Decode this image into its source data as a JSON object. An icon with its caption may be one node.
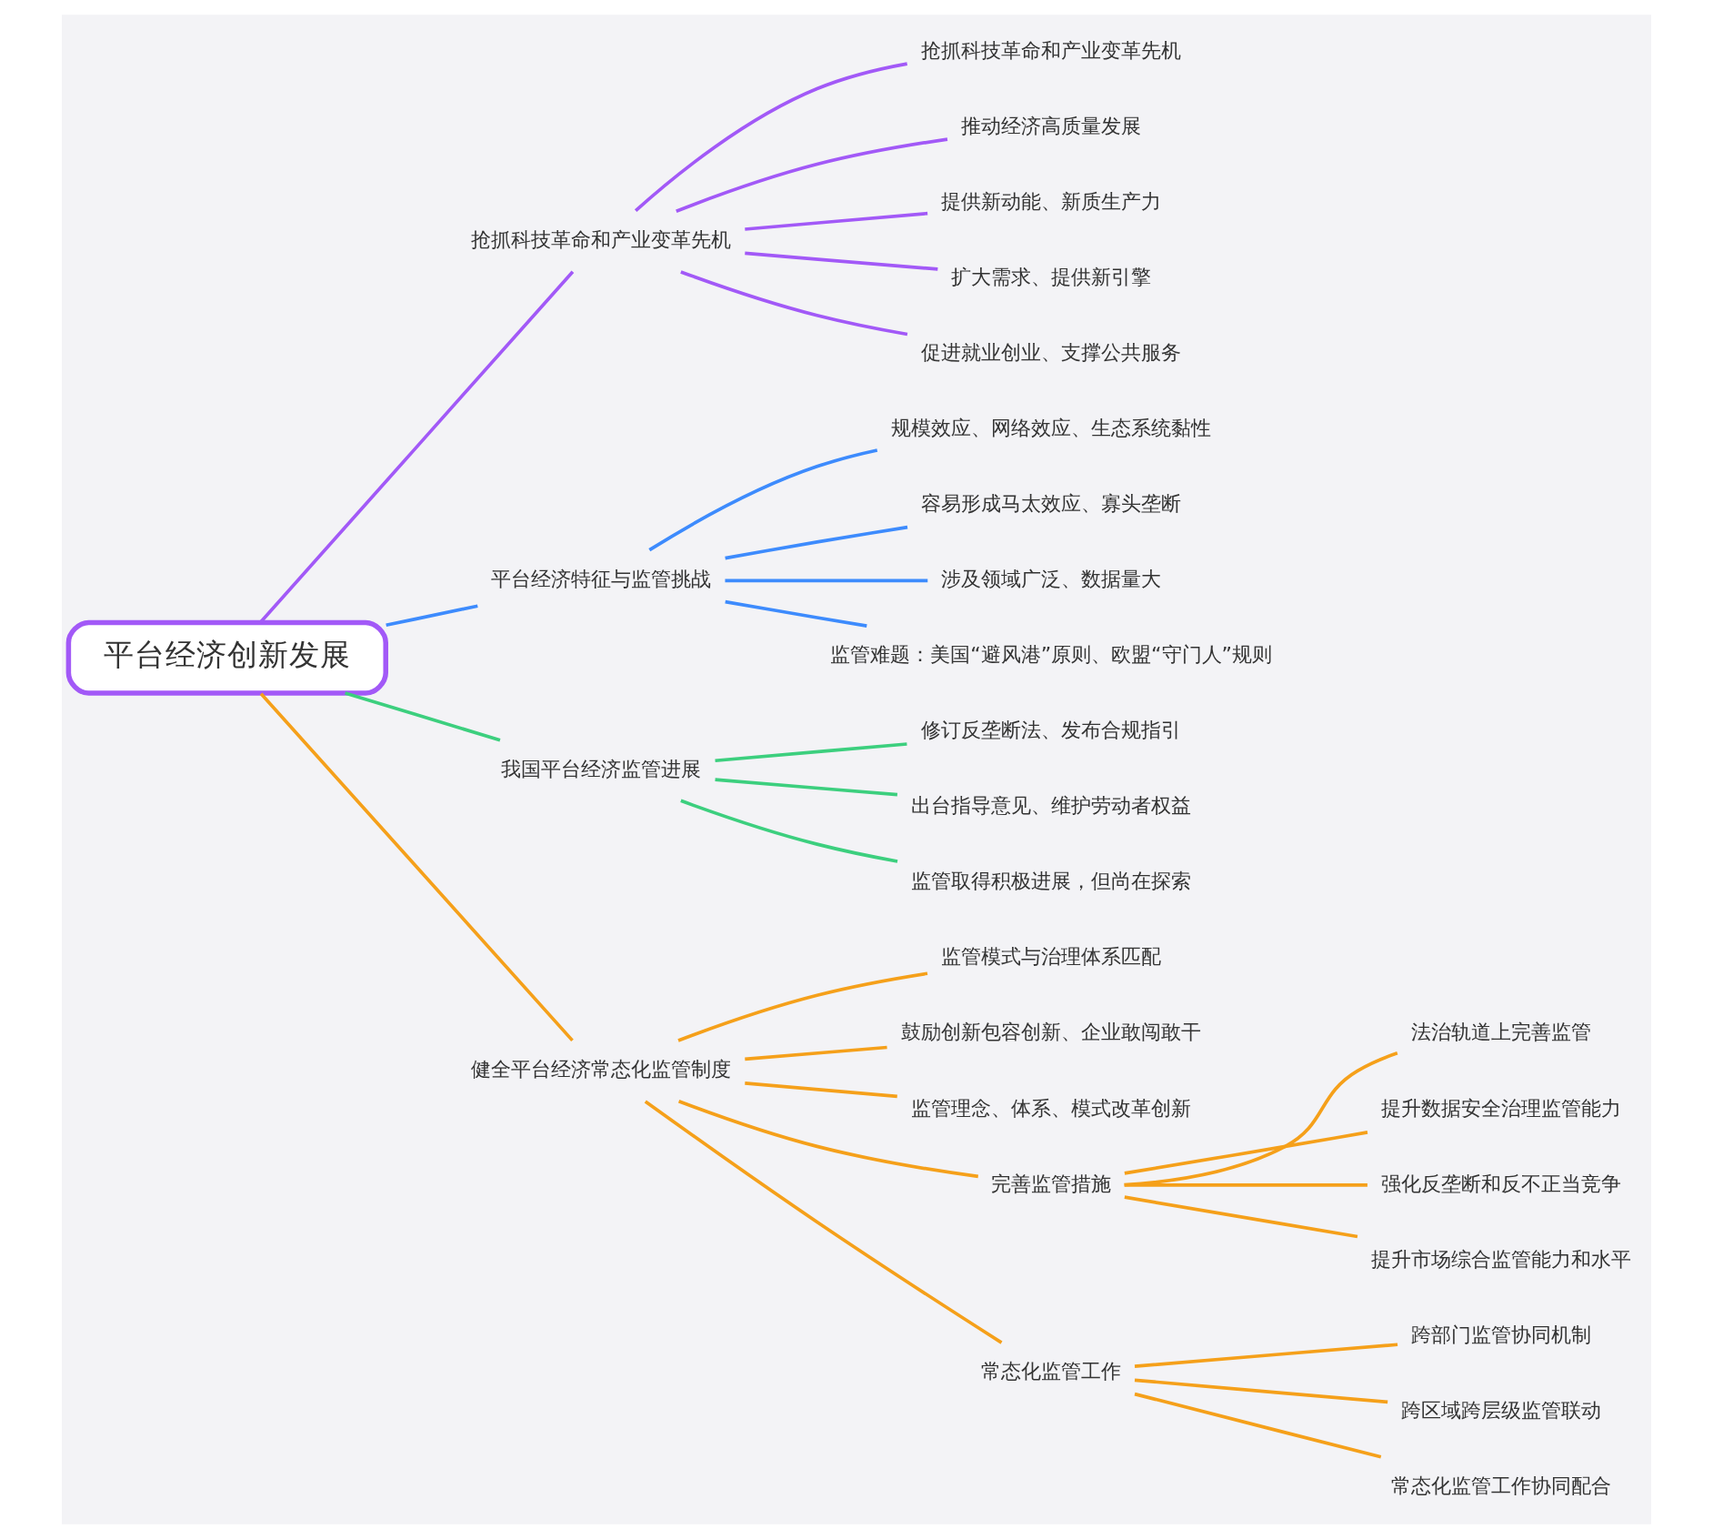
{
  "diagram": {
    "nodes": [
      {
        "text": [
          "平台经济创新发展"
        ]
      },
      {
        "text": [
          "抢抓科技革命和产业变革先机"
        ]
      },
      {
        "text": [
          "抢抓科技革命和产业变革先机"
        ]
      },
      {
        "text": [
          "推动经济高质量发展"
        ]
      },
      {
        "text": [
          "提供新动能、新质生产力"
        ]
      },
      {
        "text": [
          "扩大需求、提供新引擎"
        ]
      },
      {
        "text": [
          "促进就业创业、支撑公共服务"
        ]
      },
      {
        "text": [
          "平台经济特征与监管挑战"
        ]
      },
      {
        "text": [
          "规模效应、网络效应、生态系统黏性"
        ]
      },
      {
        "text": [
          "容易形成马太效应、寡头垄断"
        ]
      },
      {
        "text": [
          "涉及领域广泛、数据量大"
        ]
      },
      {
        "text": [
          "监管难题：美国“避风港”原则、欧盟“守门人”规则"
        ]
      },
      {
        "text": [
          "我国平台经济监管进展"
        ]
      },
      {
        "text": [
          "修订反垄断法、发布合规指引"
        ]
      },
      {
        "text": [
          "出台指导意见、维护劳动者权益"
        ]
      },
      {
        "text": [
          "监管取得积极进展，但尚在探索"
        ]
      },
      {
        "text": [
          "健全平台经济常态化监管制度"
        ]
      },
      {
        "text": [
          "监管模式与治理体系匹配"
        ]
      },
      {
        "text": [
          "鼓励创新包容创新、企业敢闯敢干"
        ]
      },
      {
        "text": [
          "监管理念、体系、模式改革创新"
        ]
      },
      {
        "text": [
          "完善监管措施"
        ]
      },
      {
        "text": [
          "法治轨道上完善监管"
        ]
      },
      {
        "text": [
          "提升数据安全治理监管能力"
        ]
      },
      {
        "text": [
          "强化反垄断和反不正当竞争"
        ]
      },
      {
        "text": [
          "提升市场综合监管能力和水平"
        ]
      },
      {
        "text": [
          "常态化监管工作"
        ]
      },
      {
        "text": [
          "跨部门监管协同机制"
        ]
      },
      {
        "text": [
          "跨区域跨层级监管联动"
        ]
      },
      {
        "text": [
          "常态化监管工作协同配合"
        ]
      }
    ],
    "edges": [
      {
        "from": 0,
        "to": 1,
        "arrow": "none",
        "color": "#a259f7"
      },
      {
        "from": 1,
        "to": 2,
        "arrow": "none",
        "color": "#a259f7"
      },
      {
        "from": 1,
        "to": 3,
        "arrow": "none",
        "color": "#a259f7"
      },
      {
        "from": 1,
        "to": 4,
        "arrow": "none",
        "color": "#a259f7"
      },
      {
        "from": 1,
        "to": 5,
        "arrow": "none",
        "color": "#a259f7"
      },
      {
        "from": 1,
        "to": 6,
        "arrow": "none",
        "color": "#a259f7"
      },
      {
        "from": 0,
        "to": 7,
        "arrow": "none",
        "color": "#3d8bfd"
      },
      {
        "from": 7,
        "to": 8,
        "arrow": "none",
        "color": "#3d8bfd"
      },
      {
        "from": 7,
        "to": 9,
        "arrow": "none",
        "color": "#3d8bfd"
      },
      {
        "from": 7,
        "to": 10,
        "arrow": "none",
        "color": "#3d8bfd"
      },
      {
        "from": 7,
        "to": 11,
        "arrow": "none",
        "color": "#3d8bfd"
      },
      {
        "from": 0,
        "to": 12,
        "arrow": "none",
        "color": "#3ccf7e"
      },
      {
        "from": 12,
        "to": 13,
        "arrow": "none",
        "color": "#3ccf7e"
      },
      {
        "from": 12,
        "to": 14,
        "arrow": "none",
        "color": "#3ccf7e"
      },
      {
        "from": 12,
        "to": 15,
        "arrow": "none",
        "color": "#3ccf7e"
      },
      {
        "from": 0,
        "to": 16,
        "arrow": "none"
      },
      {
        "from": 16,
        "to": 17,
        "arrow": "none"
      },
      {
        "from": 16,
        "to": 18,
        "arrow": "none"
      },
      {
        "from": 16,
        "to": 19,
        "arrow": "none"
      },
      {
        "from": 16,
        "to": 20,
        "arrow": "none"
      },
      {
        "from": 20,
        "to": 21,
        "arrow": "none"
      },
      {
        "from": 20,
        "to": 22,
        "arrow": "none"
      },
      {
        "from": 20,
        "to": 23,
        "arrow": "none"
      },
      {
        "from": 20,
        "to": 24,
        "arrow": "none"
      },
      {
        "from": 16,
        "to": 25,
        "arrow": "none"
      },
      {
        "from": 25,
        "to": 26,
        "arrow": "none"
      },
      {
        "from": 25,
        "to": 27,
        "arrow": "none"
      },
      {
        "from": 25,
        "to": 28,
        "arrow": "none"
      }
    ]
  }
}
